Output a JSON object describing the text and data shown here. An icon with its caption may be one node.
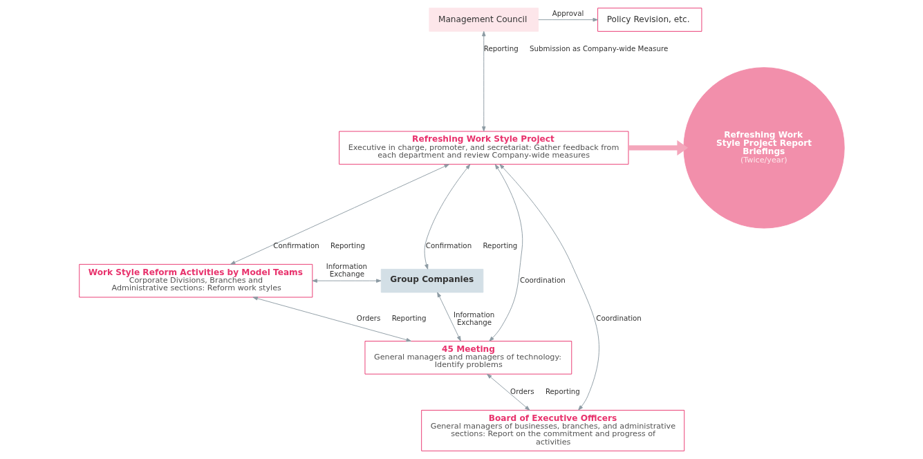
{
  "diagram": {
    "nodes": [
      {
        "text": [
          "Management Council"
        ]
      },
      {
        "text": [
          "Policy Revision, etc."
        ]
      },
      {
        "text": [
          "Refreshing Work Style Project",
          "Executive in charge, promoter, and secretariat: Gather feedback from each department and review Company-wide measures"
        ]
      },
      {
        "text": [
          "Refreshing Work Style Project Report Briefings",
          "(Twice/year)"
        ]
      },
      {
        "text": [
          "Work Style Reform Activities by Model Teams",
          "Corporate Divisions, Branches and Administrative sections: Reform work styles"
        ]
      },
      {
        "text": [
          "Group Companies"
        ]
      },
      {
        "text": [
          "45 Meeting",
          "General managers and managers of technology: Identify problems"
        ]
      },
      {
        "text": [
          "Board of Executive Officers",
          "General managers of businesses, branches, and administrative sections: Report on the commitment and progress of activities"
        ]
      }
    ],
    "edges": [
      {
        "from": 0,
        "to": 1,
        "arrow": "to",
        "label": "Approval"
      },
      {
        "from": 0,
        "to": 2,
        "arrow": "both",
        "label": "Reporting"
      },
      {
        "from": 2,
        "to": 3,
        "arrow": "to",
        "style": "thick",
        "color": "#f4a6bb"
      },
      {
        "from": 2,
        "to": 4,
        "arrow": "both",
        "label": "Confirmation"
      },
      {
        "from": 2,
        "to": 5,
        "arrow": "both",
        "label": "Confirmation"
      },
      {
        "from": 2,
        "to": 6,
        "arrow": "both",
        "label": "Coordination"
      },
      {
        "from": 2,
        "to": 7,
        "arrow": "both",
        "label": "Coordination"
      },
      {
        "from": 4,
        "to": 5,
        "arrow": "both",
        "label": "Information Exchange"
      },
      {
        "from": 4,
        "to": 6,
        "arrow": "both",
        "label": "Orders"
      },
      {
        "from": 6,
        "to": 5,
        "arrow": "both",
        "label": "Information Exchange"
      },
      {
        "from": 6,
        "to": 7,
        "arrow": "both",
        "label": "Orders"
      }
    ],
    "labels": [
      "Submission as Company-wide Measure",
      "Reporting",
      "Reporting",
      "Reporting",
      "Reporting"
    ]
  }
}
